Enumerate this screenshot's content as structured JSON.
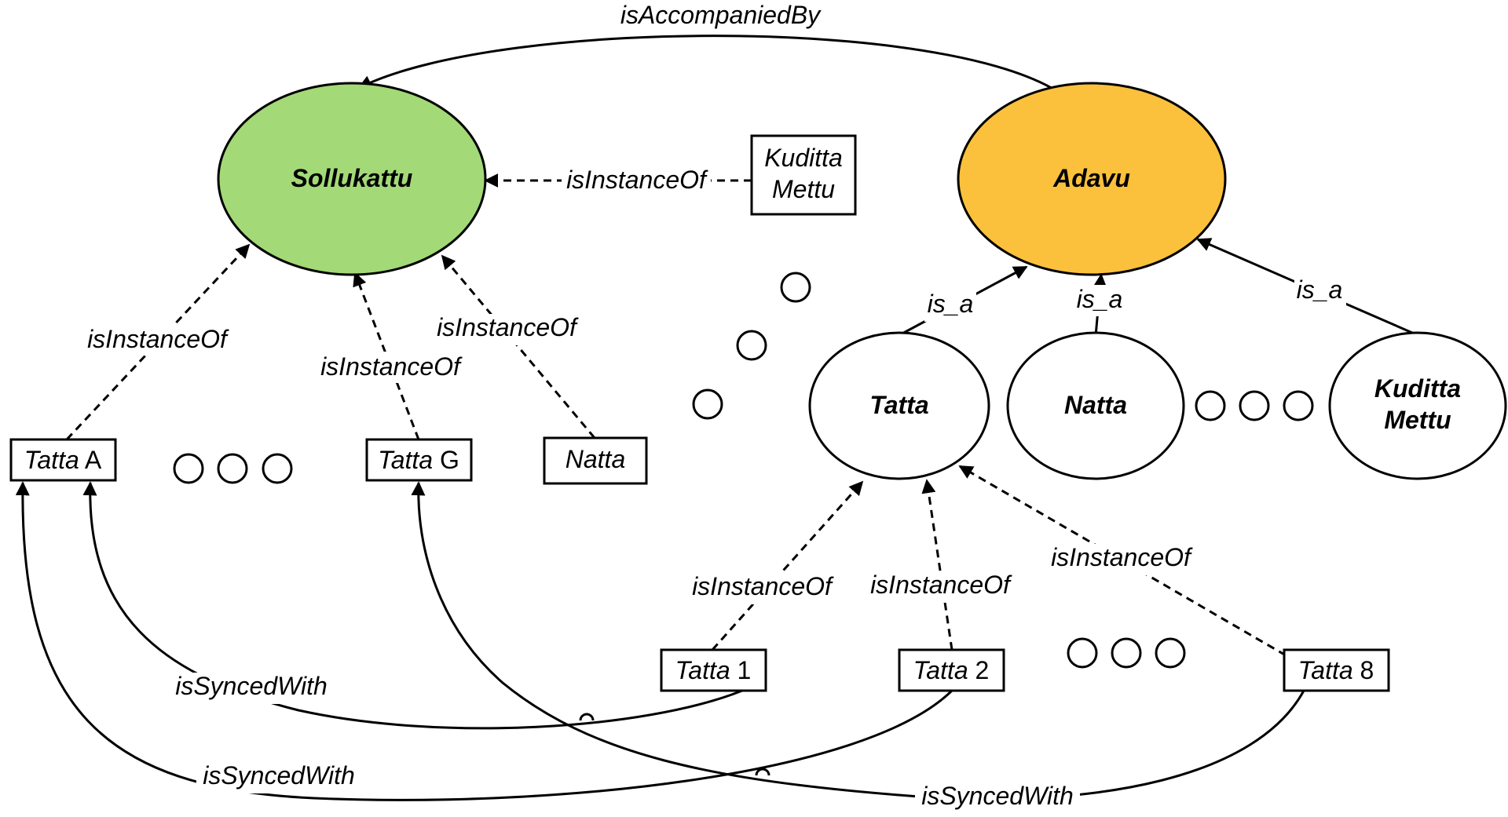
{
  "colors": {
    "sollukattu_fill": "#a3d977",
    "adavu_fill": "#fbc13c",
    "plain_fill": "#ffffff",
    "stroke": "#000000"
  },
  "nodes": {
    "sollukattu": "Sollukattu",
    "adavu": "Adavu",
    "tatta": "Tatta",
    "natta": "Natta",
    "kuditta_mettu_line1": "Kuditta",
    "kuditta_mettu_line2": "Mettu"
  },
  "instances": {
    "kuditta_mettu_line1": "Kuditta",
    "kuditta_mettu_line2": "Mettu",
    "tatta_a_name": "Tatta",
    "tatta_a_suffix": "A",
    "tatta_g_name": "Tatta",
    "tatta_g_suffix": "G",
    "natta": "Natta",
    "tatta_1_name": "Tatta",
    "tatta_1_suffix": "1",
    "tatta_2_name": "Tatta",
    "tatta_2_suffix": "2",
    "tatta_8_name": "Tatta",
    "tatta_8_suffix": "8"
  },
  "edges": {
    "is_accompanied_by": "isAccompaniedBy",
    "is_instance_of": "isInstanceOf",
    "is_a": "is_a",
    "is_synced_with": "isSyncedWith"
  }
}
